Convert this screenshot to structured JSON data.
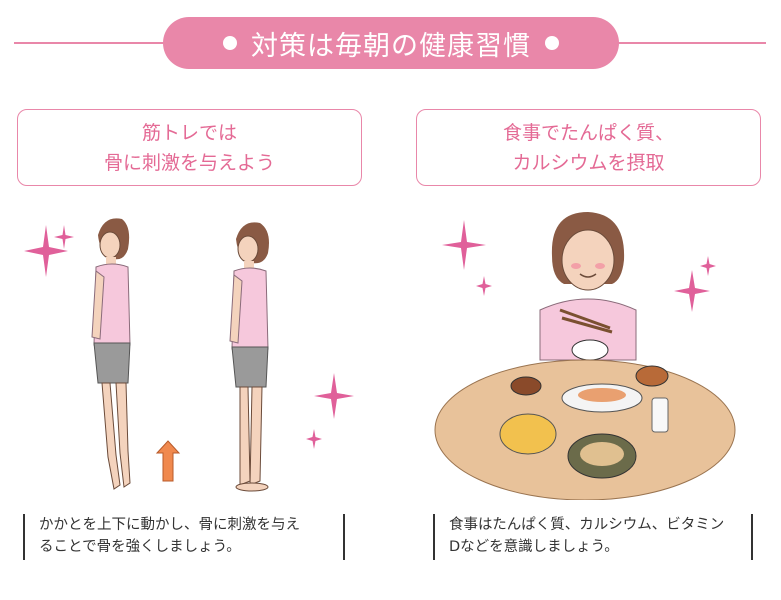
{
  "header": {
    "title": "対策は毎朝の健康習慣"
  },
  "panels": [
    {
      "label_lines": [
        "筋トレでは",
        "骨に刺激を与えよう"
      ],
      "caption_lines": [
        "かかとを上下に動かし、骨に刺激を与え",
        "ることで骨を強くしましょう。"
      ]
    },
    {
      "label_lines": [
        "食事でたんぱく質、",
        "カルシウムを摂取"
      ],
      "caption_lines": [
        "食事はたんぱく質、カルシウム、ビタミン",
        "Dなどを意識しましょう。"
      ]
    }
  ],
  "colors": {
    "accent_pink": "#e987a9",
    "label_text": "#e46a95",
    "sparkle": "#e0609a",
    "shirt": "#f6c8dc",
    "shorts": "#9a9a9a",
    "table": "#e8c29a",
    "arrow": "#f0894e"
  }
}
